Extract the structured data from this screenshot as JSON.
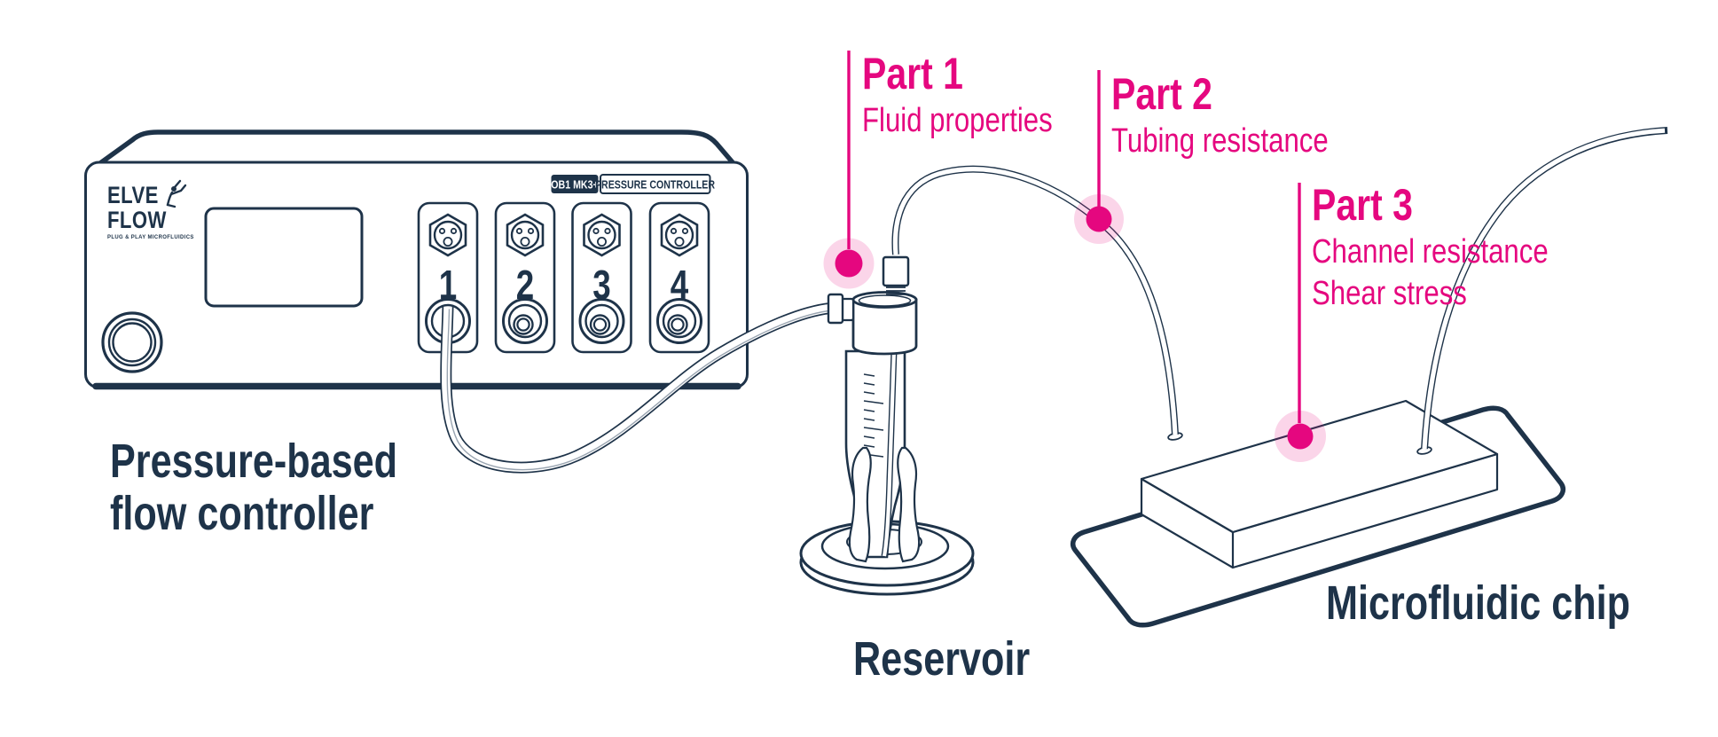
{
  "device": {
    "brand_line1": "ELVE",
    "brand_line2": "FLOW",
    "brand_tagline": "PLUG & PLAY MICROFLUIDICS",
    "model_badge": "OB1 MK3+",
    "type_badge": "PRESSURE CONTROLLER",
    "channels": [
      {
        "number": "1"
      },
      {
        "number": "2"
      },
      {
        "number": "3"
      },
      {
        "number": "4"
      }
    ]
  },
  "labels": {
    "controller_line1": "Pressure-based",
    "controller_line2": "flow controller",
    "reservoir": "Reservoir",
    "chip": "Microfluidic chip"
  },
  "annotations": {
    "part1": {
      "title": "Part 1",
      "line1": "Fluid properties"
    },
    "part2": {
      "title": "Part 2",
      "line1": "Tubing resistance"
    },
    "part3": {
      "title": "Part 3",
      "line1": "Channel resistance",
      "line2": "Shear stress"
    }
  },
  "colors": {
    "navy": "#1e3349",
    "pink": "#e5077f",
    "pink_halo": "#f8d2e6",
    "tube_highlight": "#9aa5b1"
  },
  "icons": {
    "elf": "elf-mascot",
    "connector": "sensor-connector",
    "outlet": "pressure-outlet-port",
    "power": "power-button"
  }
}
